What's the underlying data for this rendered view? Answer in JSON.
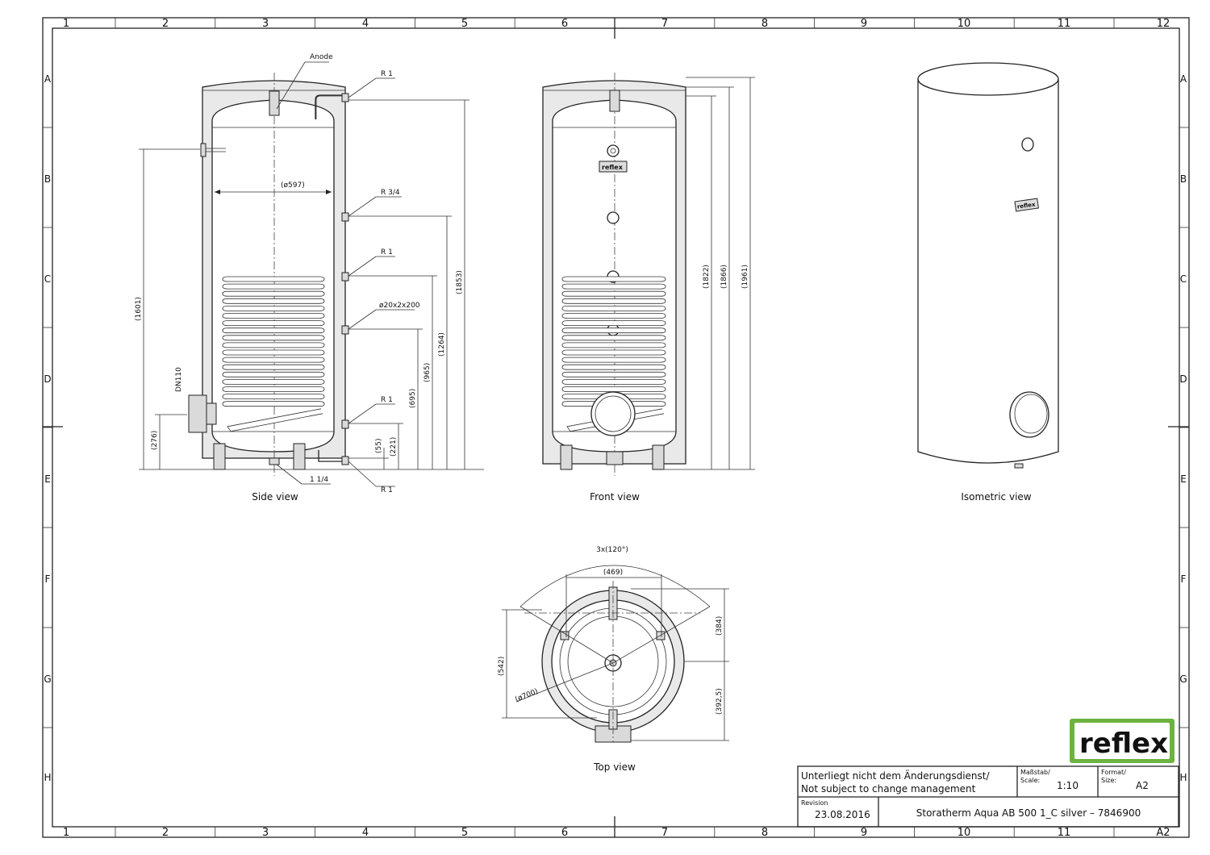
{
  "frame": {
    "cols": [
      "1",
      "2",
      "3",
      "4",
      "5",
      "6",
      "7",
      "8",
      "9",
      "10",
      "11",
      "12"
    ],
    "cols_bottom": [
      "1",
      "2",
      "3",
      "4",
      "5",
      "6",
      "7",
      "8",
      "9",
      "10",
      "11",
      "A2"
    ],
    "rows": [
      "A",
      "B",
      "C",
      "D",
      "E",
      "F",
      "G",
      "H"
    ]
  },
  "views": {
    "side": "Side view",
    "front": "Front view",
    "iso": "Isometric view",
    "top": "Top view"
  },
  "side_labels": {
    "anode": "Anode",
    "r1_top": "R 1",
    "r34": "R 3/4",
    "r1_mid": "R 1",
    "coil": "ø20x2x200",
    "r1_low": "R 1",
    "r1_bottom": "R 1",
    "drain": "1 1/4",
    "flange": "DN110",
    "diameter": "(ø597)"
  },
  "side_dims": [
    "(1601)",
    "(1853)",
    "(1264)",
    "(965)",
    "(695)",
    "(221)",
    "(55)",
    "(276)"
  ],
  "front_dims": [
    "(1822)",
    "(1866)",
    "(1961)"
  ],
  "top_dims": {
    "angle": "3x(120°)",
    "width": "(469)",
    "depth": "(542)",
    "upper": "(384)",
    "lower": "(392,5)",
    "outer": "(ø700)"
  },
  "title_block": {
    "note_de": "Unterliegt nicht dem Änderungsdienst/",
    "note_en": "Not subject to change management",
    "scale_label": "Maßstab/",
    "scale_label2": "Scale:",
    "scale_value": "1:10",
    "format_label": "Format/",
    "format_label2": "Size:",
    "format_value": "A2",
    "revision_label": "Revision",
    "revision_date": "23.08.2016",
    "product": "Storatherm Aqua AB 500 1_C silver – 7846900"
  },
  "logo": {
    "text": "reflex",
    "color": "#6cb33f"
  }
}
